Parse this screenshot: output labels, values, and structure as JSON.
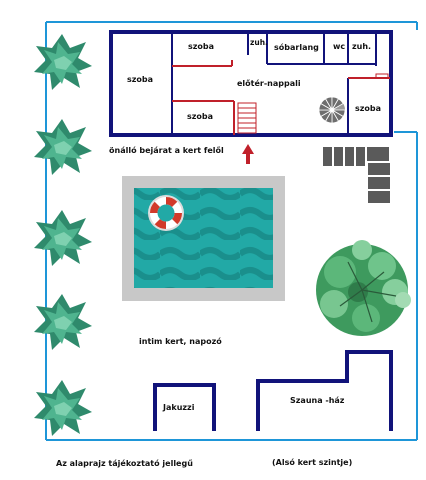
{
  "rooms": {
    "szoba_left": "szoba",
    "szoba_top": "szoba",
    "zuh_top": "zuh.",
    "sobarlang": "sóbarlang",
    "wc": "wc",
    "zuh_right": "zuh.",
    "eloter": "előtér-nappali",
    "szoba_bottom": "szoba",
    "szoba_right": "szoba"
  },
  "labels": {
    "entrance": "önálló bejárat a kert felől",
    "garden": "intim kert, napozó",
    "jacuzzi": "Jakuzzi",
    "sauna": "Szauna -ház",
    "disclaimer": "Az alaprajz tájékoztató jellegű",
    "level": "(Alsó kert szintje)"
  },
  "colors": {
    "wall": "#11137a",
    "fence": "#1e96d8",
    "partition": "#c0202a",
    "pool_frame": "#c8c8c8",
    "water": "#22a9a6",
    "bush": "#3c9a7e",
    "tree": "#4faa6a"
  },
  "icons": [
    "spiral-staircase-icon",
    "straight-stairs-icon",
    "entrance-arrow-icon",
    "life-ring-icon",
    "bush-icon",
    "tree-icon",
    "stepping-stone-icon"
  ]
}
